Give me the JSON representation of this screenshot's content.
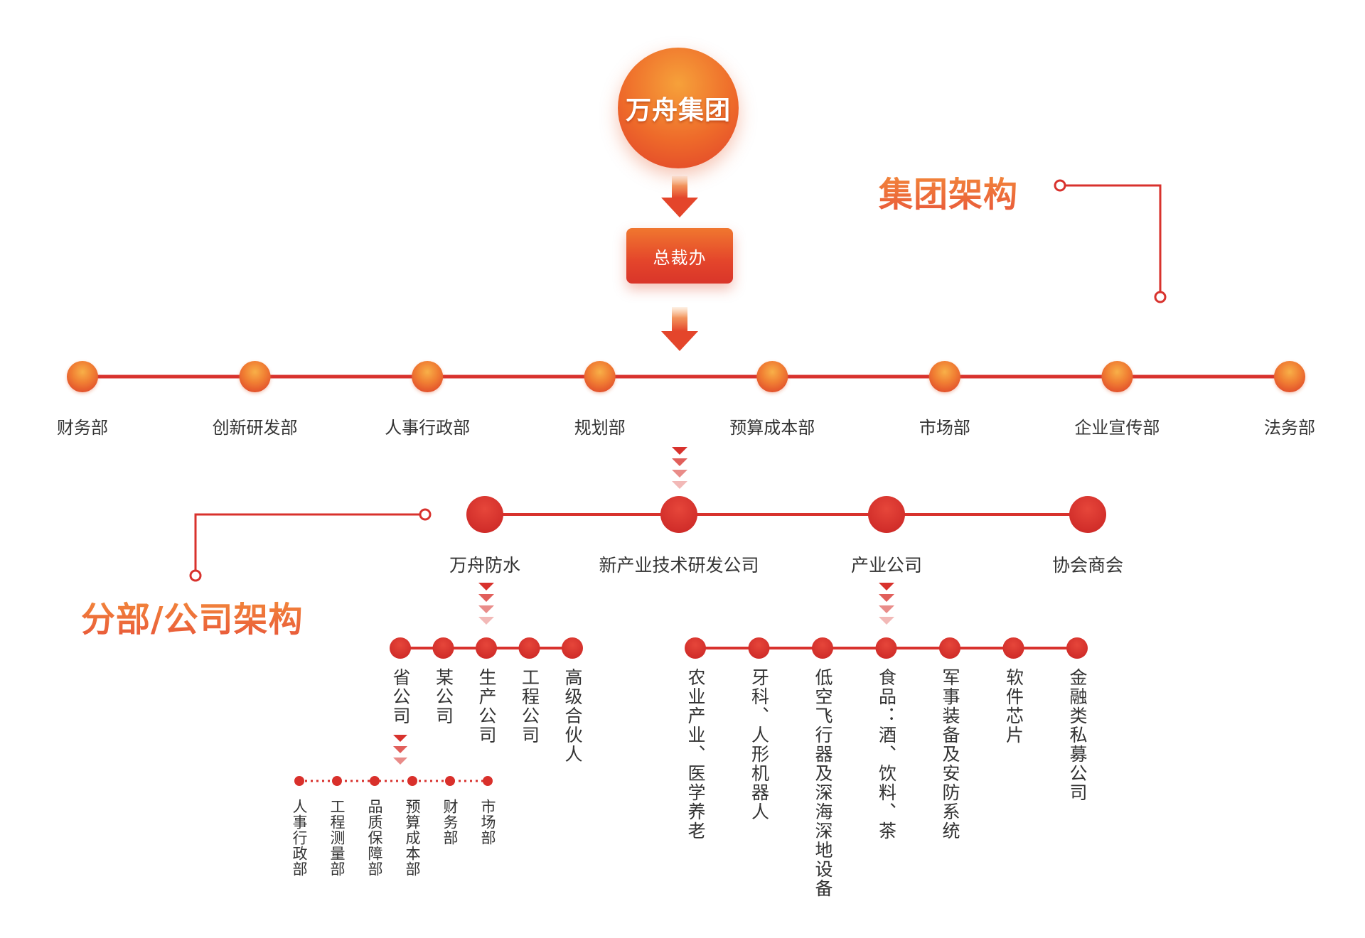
{
  "group_name": "万舟集团",
  "office": "总裁办",
  "section_titles": {
    "group_structure": "集团架构",
    "branch_structure": "分部/公司架构"
  },
  "departments": [
    "财务部",
    "创新研发部",
    "人事行政部",
    "规划部",
    "预算成本部",
    "市场部",
    "企业宣传部",
    "法务部"
  ],
  "branches": [
    "万舟防水",
    "新产业技术研发公司",
    "产业公司",
    "协会商会"
  ],
  "waterproof_units": [
    "省公司",
    "某公司",
    "生产公司",
    "工程公司",
    "高级合伙人"
  ],
  "provincial_departments": [
    "人事行政部",
    "工程测量部",
    "品质保障部",
    "预算成本部",
    "财务部",
    "市场部"
  ],
  "industry_units": [
    "农业产业、医学养老",
    "牙科、人形机器人",
    "低空飞行器及深海深地设备",
    "食品：酒、饮料、茶",
    "军事装备及安防系统",
    "软件芯片",
    "金融类私募公司"
  ],
  "colors": {
    "line_red": "#d8322d",
    "node_orange": "#ee7a30",
    "node_red": "#d9302b",
    "arrow_orange": "#ea5a2c",
    "chevron_red": "#d8322d"
  }
}
